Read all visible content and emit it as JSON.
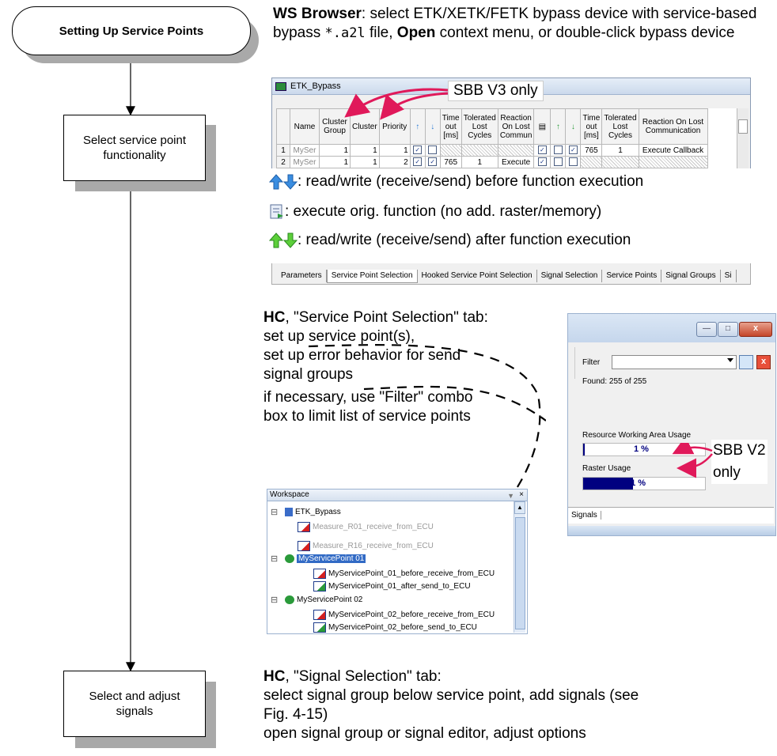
{
  "flow": {
    "start_label": "Setting Up Service Points",
    "step1_label": "Select service point functionality",
    "step2_label": "Select and adjust signals"
  },
  "ws": {
    "bold": "WS Browser",
    "text1": ": select ETK/XETK/FETK bypass device with service-based bypass ",
    "file": "*.a2l",
    "text2": " file, ",
    "open": "Open",
    "text3": " context menu, or double-click bypass device"
  },
  "etk": {
    "title": "ETK_Bypass",
    "sbb_v3": "SBB V3 only",
    "headers": [
      "",
      "Name",
      "Cluster Group",
      "Cluster",
      "Priority",
      "↑",
      "↓",
      "Time out [ms]",
      "Tolerated Lost Cycles",
      "Reaction On Lost Commun",
      "▤",
      "↑",
      "↓",
      "Time out [ms]",
      "Tolerated Lost Cycles",
      "Reaction On Lost Communication"
    ],
    "rows": [
      [
        "1",
        "MySer",
        "1",
        "1",
        "1",
        "✓",
        "",
        "",
        "",
        "",
        "✓",
        "",
        "✓",
        "765",
        "1",
        "Execute Callback"
      ],
      [
        "2",
        "MySer",
        "1",
        "1",
        "2",
        "✓",
        "✓",
        "765",
        "1",
        "Execute",
        "✓",
        "",
        "",
        "",
        "",
        ""
      ]
    ]
  },
  "legend": {
    "l1": ": read/write (receive/send) before function execution",
    "l2": ": execute orig. function (no add. raster/memory)",
    "l3": ": read/write (receive/send) after function execution"
  },
  "tabs": [
    "Parameters",
    "Service Point Selection",
    "Hooked Service Point Selection",
    "Signal Selection",
    "Service Points",
    "Signal Groups",
    "Si"
  ],
  "hc1": {
    "bold": "HC",
    "line1": ", \"Service Point Selection\" tab:",
    "line2": "set up service point(s),",
    "line3": "set up error behavior for send",
    "line4": "signal groups",
    "line5": "if necessary, use \"Filter\" combo",
    "line6": "box to limit list of service points"
  },
  "filterwin": {
    "filter_label": "Filter",
    "found": "Found: 255 of 255",
    "res_label": "Resource Working Area Usage",
    "res_value": "1 %",
    "res_fraction": 0.01,
    "raster_label": "Raster Usage",
    "raster_value": "41 %",
    "raster_fraction": 0.41,
    "signals_tab": "Signals",
    "sbb_v2_line1": "SBB V2",
    "sbb_v2_line2": "only"
  },
  "workspace": {
    "title": "Workspace",
    "items": [
      "ETK_Bypass",
      "Measure_R01_receive_from_ECU",
      "Measure_R16_receive_from_ECU",
      "MyServicePoint 01",
      "MyServicePoint_01_before_receive_from_ECU",
      "MyServicePoint_01_after_send_to_ECU",
      "MyServicePoint 02",
      "MyServicePoint_02_before_receive_from_ECU",
      "MyServicePoint_02_before_send_to_ECU"
    ]
  },
  "hc2": {
    "bold": "HC",
    "line1": ", \"Signal Selection\" tab:",
    "line2": "select signal group below service point, add signals (see",
    "line3": "Fig. 4-15)",
    "line4": "open signal group or signal editor, adjust options"
  },
  "colors": {
    "accent": "#e0195a",
    "bar": "#000080",
    "selection": "#316ac5"
  }
}
